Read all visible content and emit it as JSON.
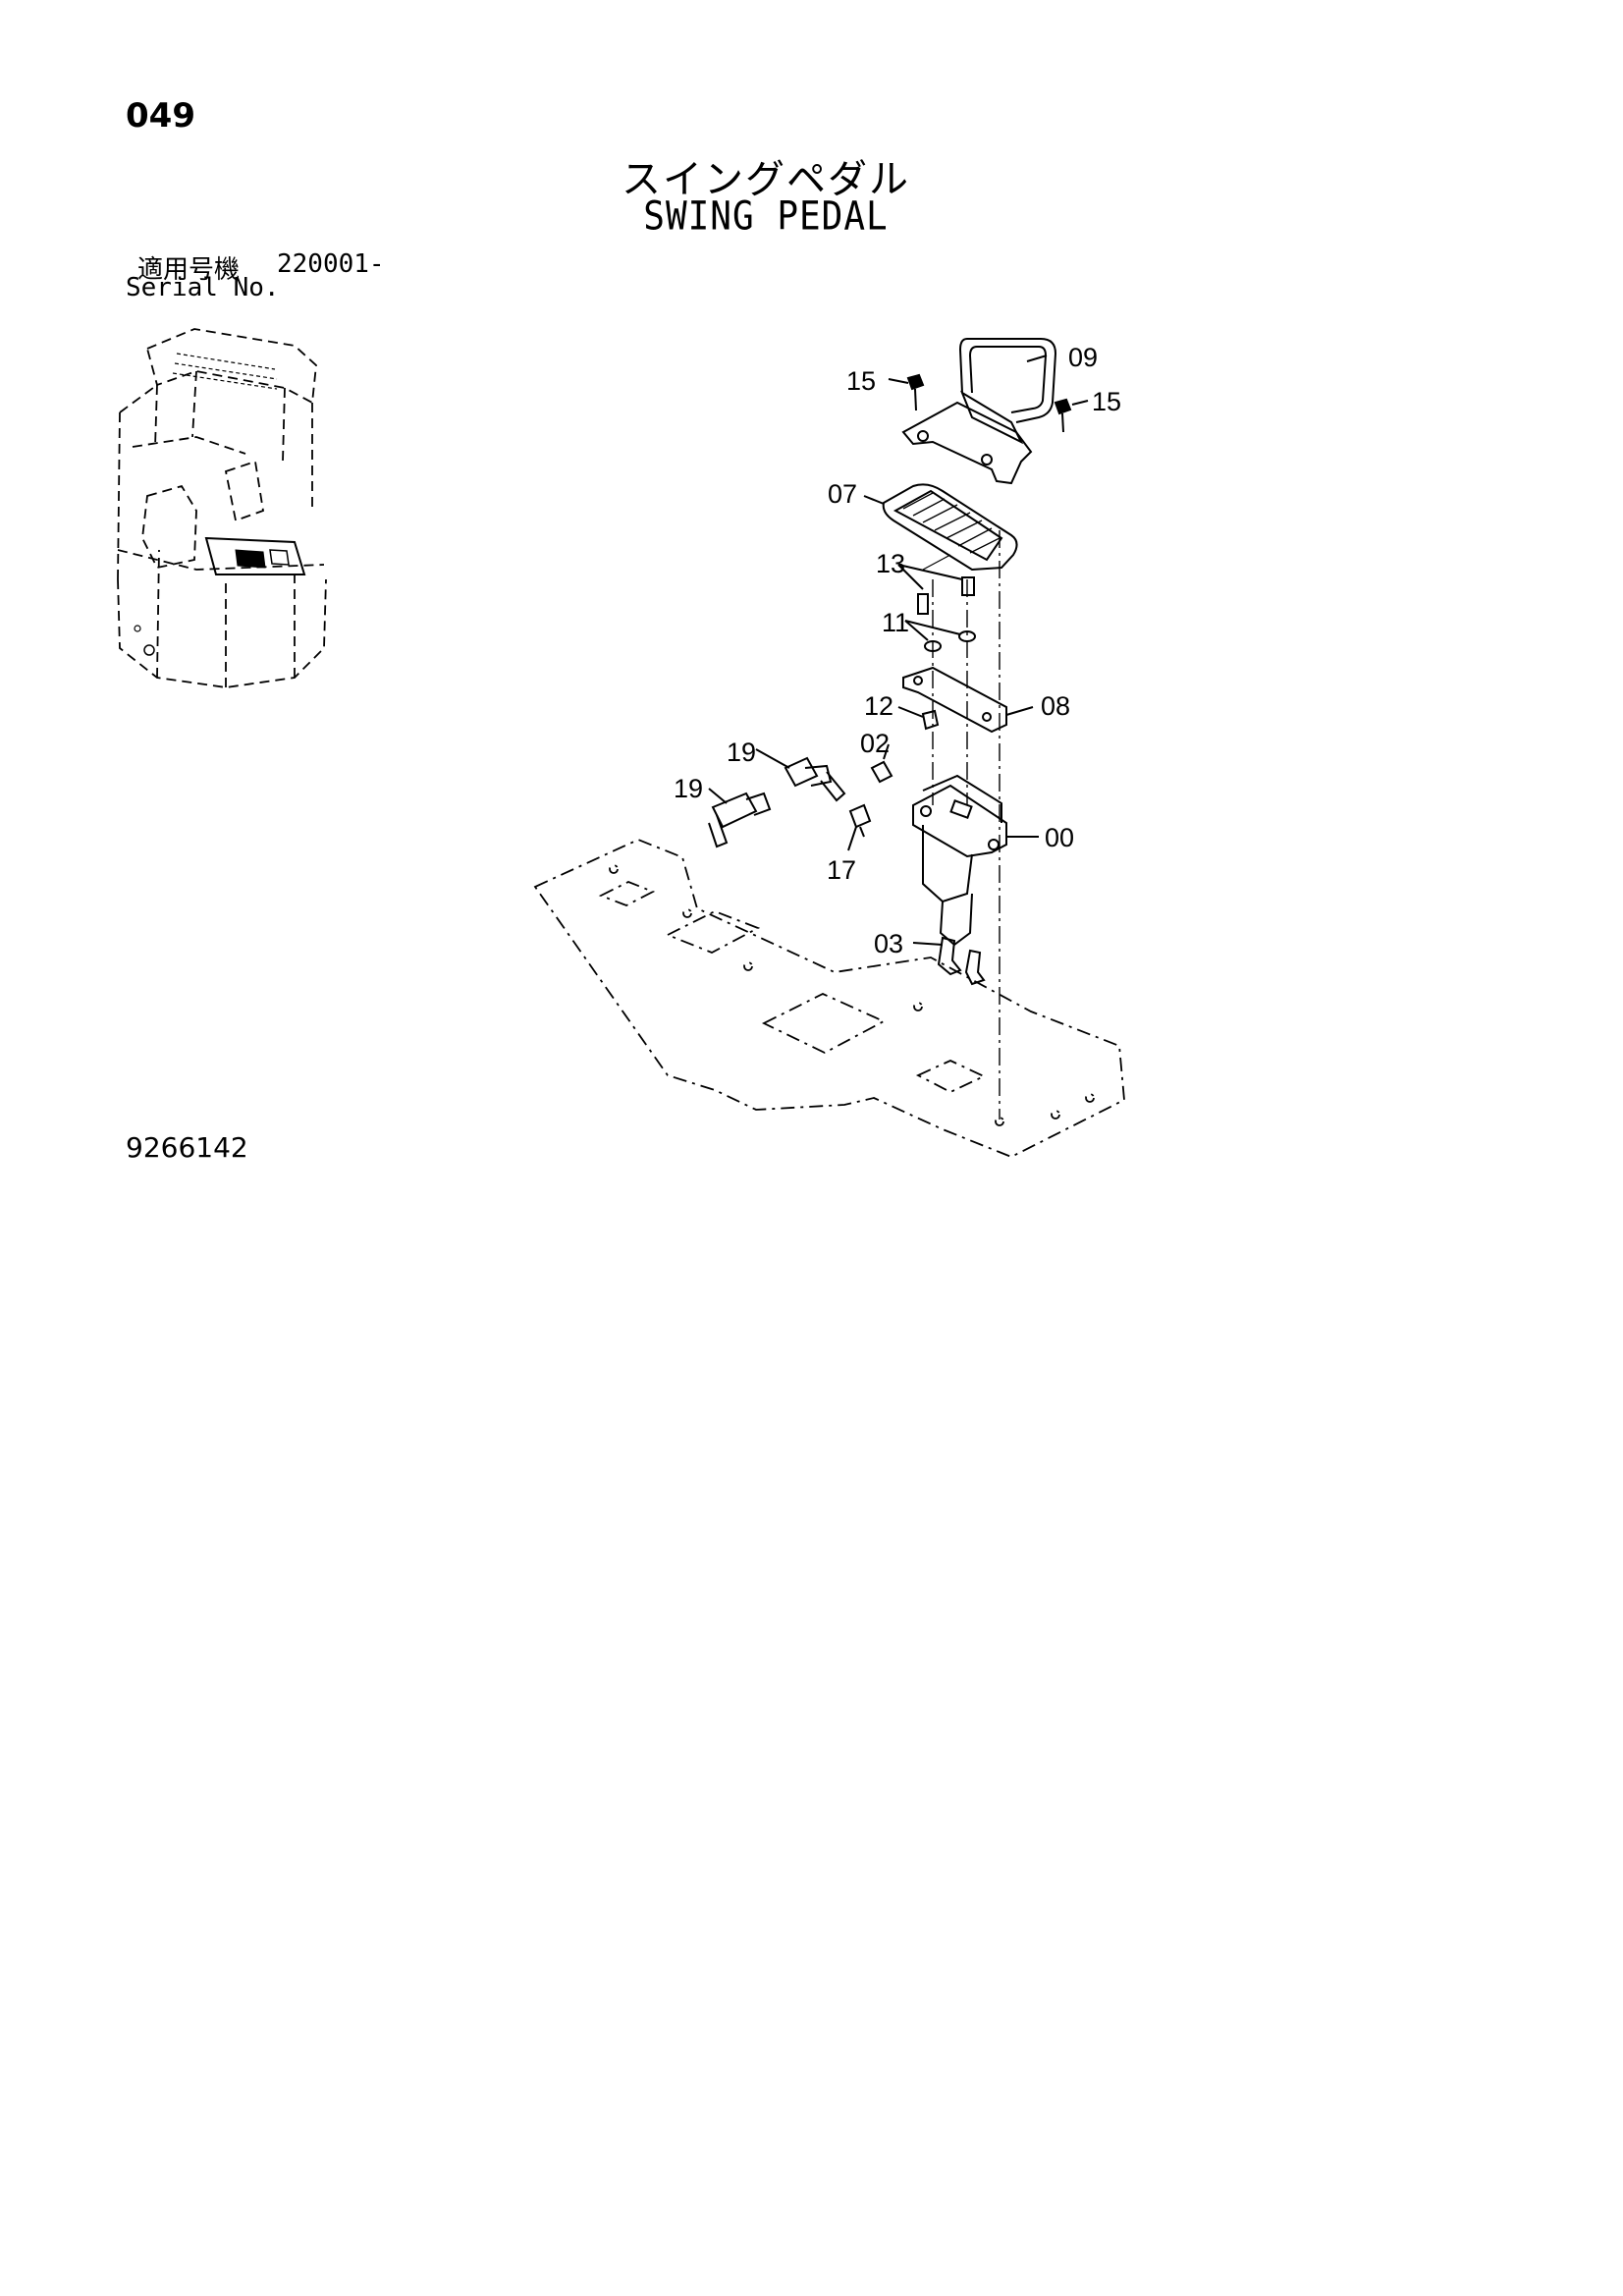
{
  "page_number": "049",
  "title_jp": "スイングペダル",
  "title_en": "SWING PEDAL",
  "serial": {
    "label_jp": "適用号機",
    "range": "220001-",
    "label_en": "Serial No."
  },
  "drawing_number": "9266142",
  "callouts": {
    "c15a": "15",
    "c09": "09",
    "c15b": "15",
    "c07": "07",
    "c13": "13",
    "c11": "11",
    "c12": "12",
    "c08": "08",
    "c19a": "19",
    "c02": "02",
    "c19b": "19",
    "c17": "17",
    "c00": "00",
    "c03": "03"
  }
}
